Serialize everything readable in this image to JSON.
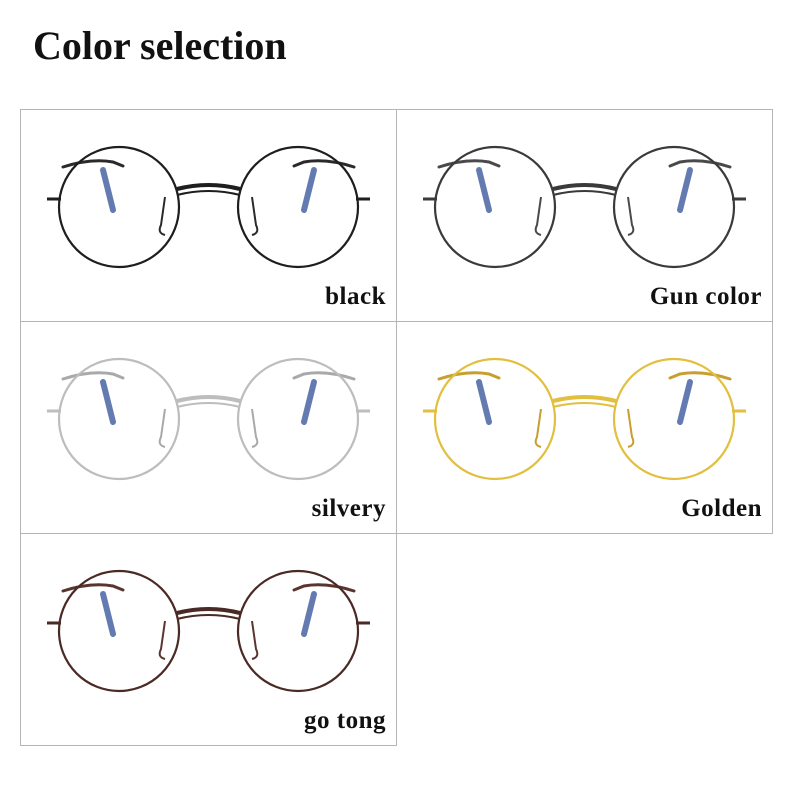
{
  "title": "Color selection",
  "options": [
    {
      "label": "black",
      "frame_color": "#1e1e1e",
      "temple_color": "#2a2a2a"
    },
    {
      "label": "Gun color",
      "frame_color": "#3a3a3a",
      "temple_color": "#4a4a4a"
    },
    {
      "label": "silvery",
      "frame_color": "#bdbdbd",
      "temple_color": "#a9a9a9"
    },
    {
      "label": "Golden",
      "frame_color": "#e2bf3e",
      "temple_color": "#c79f2e"
    },
    {
      "label": "go tong",
      "frame_color": "#4a2a24",
      "temple_color": "#5a3530"
    }
  ],
  "lens_tint_color": "#3d5a9e"
}
